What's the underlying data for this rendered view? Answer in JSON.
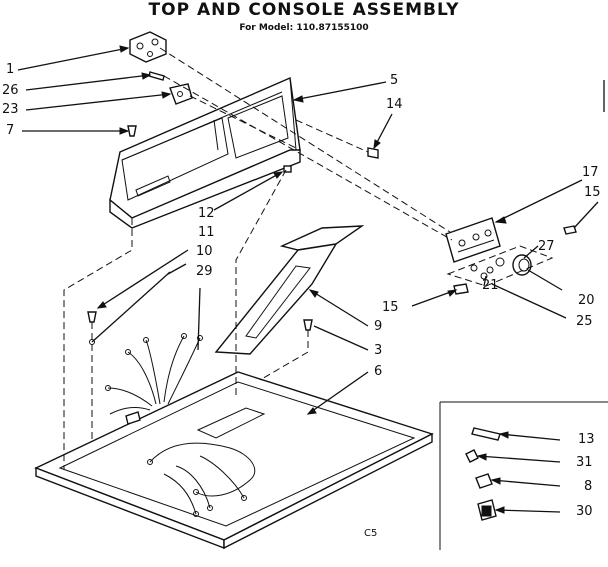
{
  "title": "TOP AND CONSOLE ASSEMBLY",
  "subtitle": "For Model: 110.87155100",
  "diagram_code": "C5",
  "callouts": [
    "1",
    "26",
    "23",
    "7",
    "5",
    "14",
    "12",
    "11",
    "10",
    "29",
    "17",
    "15",
    "27",
    "21",
    "20",
    "15",
    "25",
    "9",
    "3",
    "6",
    "13",
    "31",
    "8",
    "30"
  ]
}
